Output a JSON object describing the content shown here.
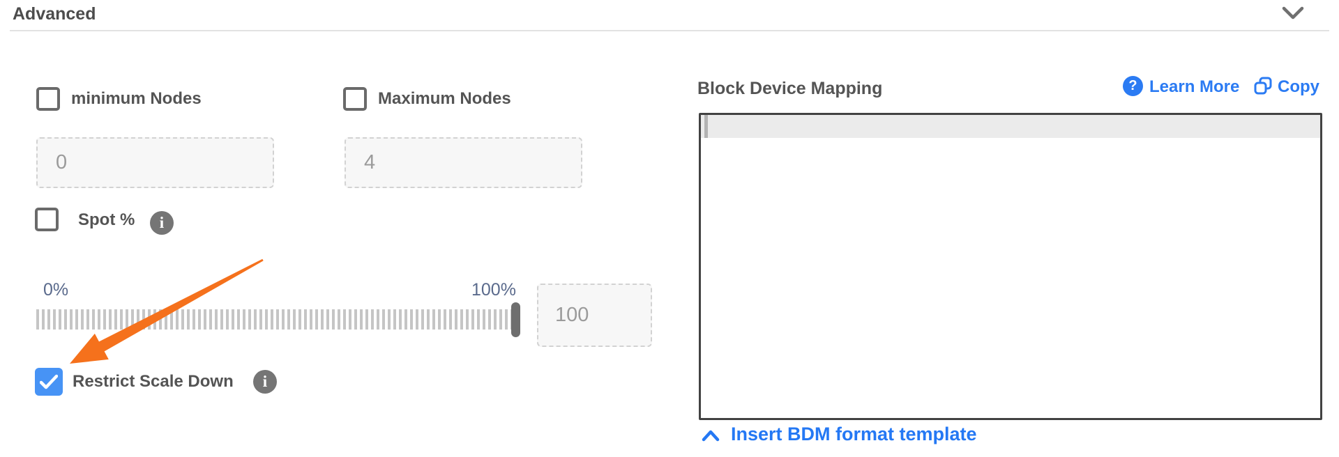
{
  "colors": {
    "accent_blue": "#2b7bf3",
    "link_blue": "#2478f4",
    "checkbox_checked_blue": "#4793f5",
    "arrow_orange": "#f5711c",
    "slider_label_blue_gray": "#5a6a8c",
    "label_gray": "#545454",
    "info_icon_gray": "#757575"
  },
  "header": {
    "title": "Advanced"
  },
  "advanced_form": {
    "minimum_nodes": {
      "label": "minimum Nodes",
      "checked": false,
      "value": "0"
    },
    "maximum_nodes": {
      "label": "Maximum Nodes",
      "checked": false,
      "value": "4"
    },
    "spot_percentage": {
      "label": "Spot %",
      "checked": false,
      "info_icon": "info-icon"
    },
    "spot_slider": {
      "min_label": "0%",
      "max_label": "100%",
      "value": "100",
      "handle_position_pct": 100
    },
    "restrict_scale_down": {
      "label": "Restrict Scale Down",
      "checked": true,
      "info_icon": "info-icon"
    }
  },
  "block_device_mapping": {
    "title": "Block Device Mapping",
    "learn_more_label": "Learn More",
    "copy_label": "Copy",
    "editor_content": "",
    "template_link_label": "Insert BDM format template"
  }
}
